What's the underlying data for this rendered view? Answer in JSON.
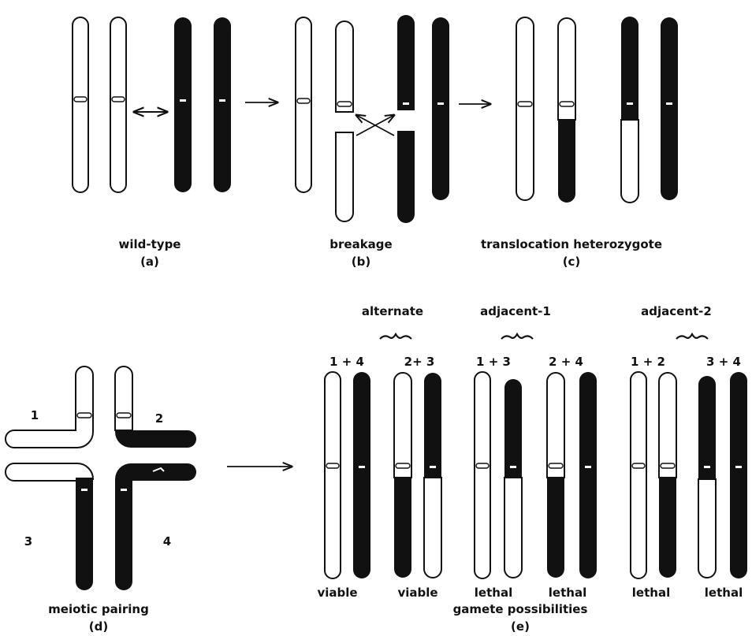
{
  "colors": {
    "white_chromosome": "#ffffff",
    "black_chromosome": "#111111",
    "outline": "#111111"
  },
  "panel_a": {
    "caption": "wild-type",
    "letter": "(a)"
  },
  "panel_b": {
    "caption": "breakage",
    "letter": "(b)"
  },
  "panel_c": {
    "caption": "translocation heterozygote",
    "letter": "(c)"
  },
  "panel_d": {
    "caption": "meiotic pairing",
    "letter": "(d)",
    "arm_labels": [
      "1",
      "2",
      "3",
      "4"
    ]
  },
  "panel_e": {
    "caption": "gamete possibilities",
    "letter": "(e)",
    "groups": [
      {
        "name": "alternate",
        "pairs": [
          "1 + 4",
          "2+ 3"
        ],
        "outcomes": [
          "viable",
          "viable"
        ]
      },
      {
        "name": "adjacent-1",
        "pairs": [
          "1 + 3",
          "2 + 4"
        ],
        "outcomes": [
          "lethal",
          "lethal"
        ]
      },
      {
        "name": "adjacent-2",
        "pairs": [
          "1 + 2",
          "3 + 4"
        ],
        "outcomes": [
          "lethal",
          "lethal"
        ]
      }
    ]
  }
}
